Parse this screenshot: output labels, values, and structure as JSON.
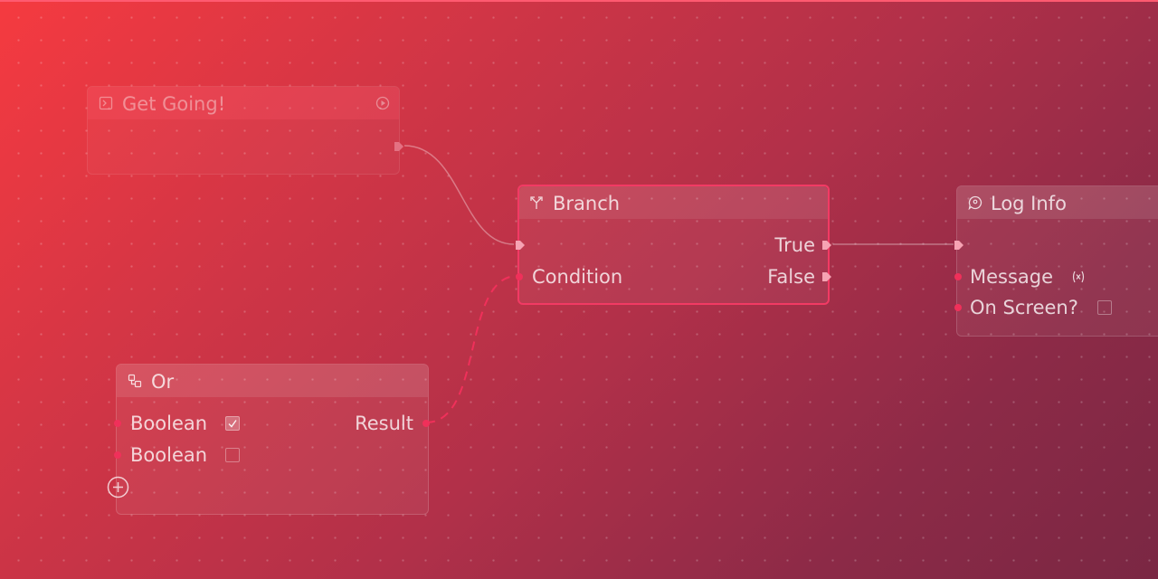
{
  "nodes": {
    "get_going": {
      "title": "Get Going!",
      "icon": "event-icon",
      "action_icon": "play-icon"
    },
    "branch": {
      "title": "Branch",
      "icon": "branch-icon",
      "inputs": [
        "Condition"
      ],
      "outputs": [
        "True",
        "False"
      ]
    },
    "log_info": {
      "title": "Log Info",
      "icon": "speech-bubble-icon",
      "inputs": [
        "Message",
        "On Screen?"
      ],
      "message_icon": "variable-icon",
      "on_screen_checked": false
    },
    "or": {
      "title": "Or",
      "icon": "logic-gate-icon",
      "inputs": [
        "Boolean",
        "Boolean"
      ],
      "outputs": [
        "Result"
      ],
      "input_1_checked": true,
      "input_2_checked": false,
      "add_pin_icon": "plus-circle-icon"
    }
  },
  "colors": {
    "accent": "#f23a64",
    "data_pin": "#f0305a",
    "exec_pin": "#f6a3b3",
    "background_start": "#f53a40",
    "background_end": "#7a2743"
  }
}
